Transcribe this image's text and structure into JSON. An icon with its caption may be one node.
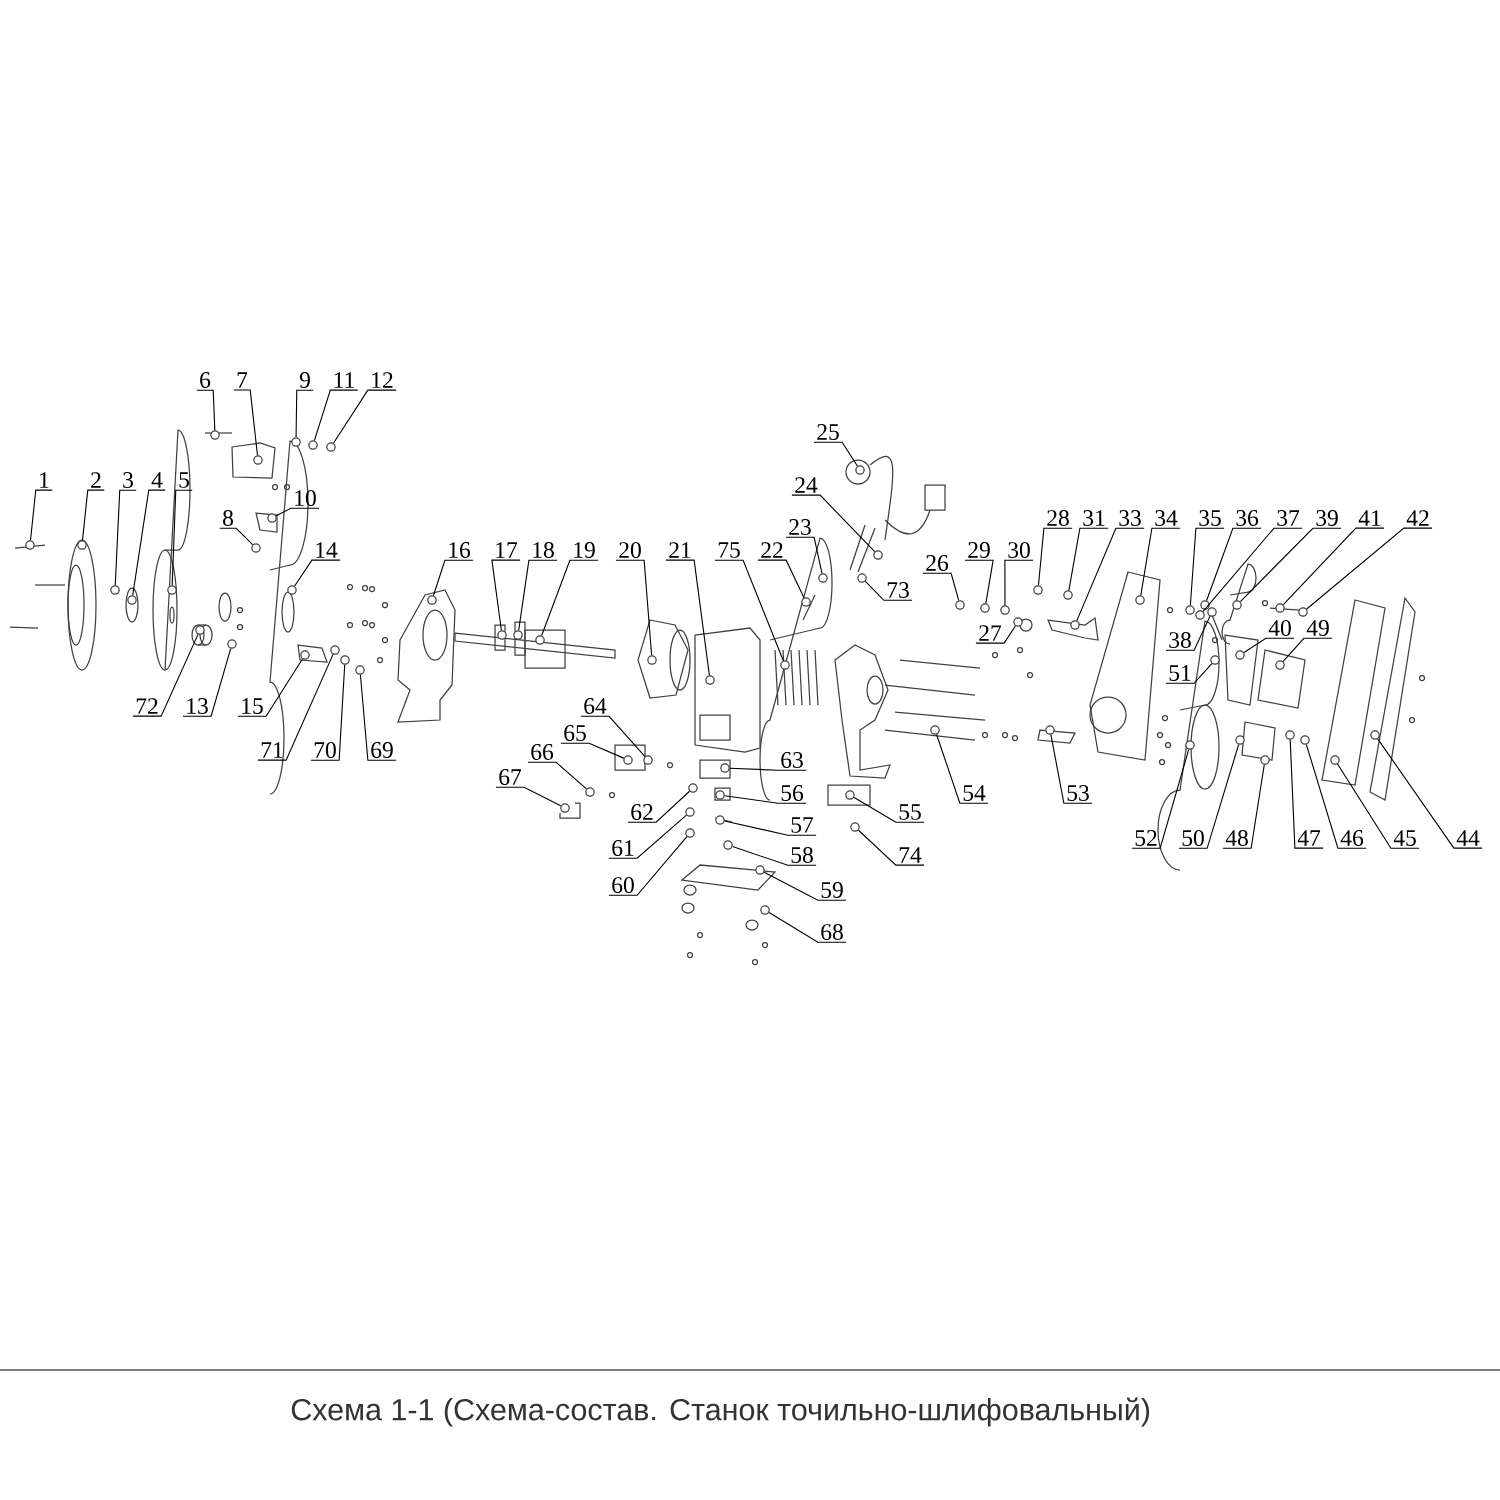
{
  "diagram": {
    "caption": "Схема 1-1 (Схема-состав. Станок точильно-шлифовальный)",
    "nodes": [
      {
        "text": [
          "1"
        ]
      },
      {
        "text": [
          "2"
        ]
      },
      {
        "text": [
          "3"
        ]
      },
      {
        "text": [
          "4"
        ]
      },
      {
        "text": [
          "5"
        ]
      },
      {
        "text": [
          "6"
        ]
      },
      {
        "text": [
          "7"
        ]
      },
      {
        "text": [
          "8"
        ]
      },
      {
        "text": [
          "9"
        ]
      },
      {
        "text": [
          "10"
        ]
      },
      {
        "text": [
          "11"
        ]
      },
      {
        "text": [
          "12"
        ]
      },
      {
        "text": [
          "13"
        ]
      },
      {
        "text": [
          "14"
        ]
      },
      {
        "text": [
          "15"
        ]
      },
      {
        "text": [
          "16"
        ]
      },
      {
        "text": [
          "17"
        ]
      },
      {
        "text": [
          "18"
        ]
      },
      {
        "text": [
          "19"
        ]
      },
      {
        "text": [
          "20"
        ]
      },
      {
        "text": [
          "21"
        ]
      },
      {
        "text": [
          "22"
        ]
      },
      {
        "text": [
          "23"
        ]
      },
      {
        "text": [
          "24"
        ]
      },
      {
        "text": [
          "25"
        ]
      },
      {
        "text": [
          "26"
        ]
      },
      {
        "text": [
          "27"
        ]
      },
      {
        "text": [
          "28"
        ]
      },
      {
        "text": [
          "29"
        ]
      },
      {
        "text": [
          "30"
        ]
      },
      {
        "text": [
          "31"
        ]
      },
      {
        "text": [
          "33"
        ]
      },
      {
        "text": [
          "34"
        ]
      },
      {
        "text": [
          "35"
        ]
      },
      {
        "text": [
          "36"
        ]
      },
      {
        "text": [
          "37"
        ]
      },
      {
        "text": [
          "38"
        ]
      },
      {
        "text": [
          "39"
        ]
      },
      {
        "text": [
          "40"
        ]
      },
      {
        "text": [
          "41"
        ]
      },
      {
        "text": [
          "42"
        ]
      },
      {
        "text": [
          "44"
        ]
      },
      {
        "text": [
          "45"
        ]
      },
      {
        "text": [
          "46"
        ]
      },
      {
        "text": [
          "47"
        ]
      },
      {
        "text": [
          "48"
        ]
      },
      {
        "text": [
          "49"
        ]
      },
      {
        "text": [
          "50"
        ]
      },
      {
        "text": [
          "51"
        ]
      },
      {
        "text": [
          "52"
        ]
      },
      {
        "text": [
          "53"
        ]
      },
      {
        "text": [
          "54"
        ]
      },
      {
        "text": [
          "55"
        ]
      },
      {
        "text": [
          "56"
        ]
      },
      {
        "text": [
          "57"
        ]
      },
      {
        "text": [
          "58"
        ]
      },
      {
        "text": [
          "59"
        ]
      },
      {
        "text": [
          "60"
        ]
      },
      {
        "text": [
          "61"
        ]
      },
      {
        "text": [
          "62"
        ]
      },
      {
        "text": [
          "63"
        ]
      },
      {
        "text": [
          "64"
        ]
      },
      {
        "text": [
          "65"
        ]
      },
      {
        "text": [
          "66"
        ]
      },
      {
        "text": [
          "67"
        ]
      },
      {
        "text": [
          "68"
        ]
      },
      {
        "text": [
          "69"
        ]
      },
      {
        "text": [
          "70"
        ]
      },
      {
        "text": [
          "71"
        ]
      },
      {
        "text": [
          "72"
        ]
      },
      {
        "text": [
          "73"
        ]
      },
      {
        "text": [
          "74"
        ]
      },
      {
        "text": [
          "75"
        ]
      },
      {
        "text": [],
        "shape": "circle"
      },
      {
        "text": [],
        "shape": "circle"
      },
      {
        "text": [],
        "shape": "circle"
      },
      {
        "text": [],
        "shape": "circle"
      },
      {
        "text": [],
        "shape": "circle"
      },
      {
        "text": [],
        "shape": "circle"
      },
      {
        "text": [],
        "shape": "circle"
      },
      {
        "text": [],
        "shape": "circle"
      },
      {
        "text": [],
        "shape": "circle"
      },
      {
        "text": [],
        "shape": "circle"
      },
      {
        "text": [],
        "shape": "circle"
      },
      {
        "text": [],
        "shape": "circle"
      },
      {
        "text": [],
        "shape": "circle"
      },
      {
        "text": [],
        "shape": "circle"
      },
      {
        "text": [],
        "shape": "circle"
      },
      {
        "text": [],
        "shape": "circle"
      },
      {
        "text": [],
        "shape": "circle"
      },
      {
        "text": [],
        "shape": "circle"
      },
      {
        "text": [],
        "shape": "circle"
      },
      {
        "text": [],
        "shape": "circle"
      },
      {
        "text": [],
        "shape": "circle"
      },
      {
        "text": [],
        "shape": "circle"
      },
      {
        "text": [],
        "shape": "circle"
      },
      {
        "text": [],
        "shape": "circle"
      },
      {
        "text": [],
        "shape": "circle"
      },
      {
        "text": [],
        "shape": "circle"
      },
      {
        "text": [],
        "shape": "circle"
      },
      {
        "text": [],
        "shape": "circle"
      },
      {
        "text": [],
        "shape": "circle"
      },
      {
        "text": [],
        "shape": "circle"
      },
      {
        "text": [],
        "shape": "circle"
      },
      {
        "text": [],
        "shape": "circle"
      },
      {
        "text": [],
        "shape": "circle"
      },
      {
        "text": [],
        "shape": "circle"
      },
      {
        "text": [],
        "shape": "circle"
      },
      {
        "text": [],
        "shape": "circle"
      },
      {
        "text": [],
        "shape": "circle"
      },
      {
        "text": [],
        "shape": "circle"
      },
      {
        "text": [],
        "shape": "circle"
      },
      {
        "text": [],
        "shape": "circle"
      },
      {
        "text": [],
        "shape": "circle"
      },
      {
        "text": [],
        "shape": "circle"
      },
      {
        "text": [],
        "shape": "circle"
      },
      {
        "text": [],
        "shape": "circle"
      },
      {
        "text": [],
        "shape": "circle"
      },
      {
        "text": [],
        "shape": "circle"
      },
      {
        "text": [],
        "shape": "circle"
      },
      {
        "text": [],
        "shape": "circle"
      },
      {
        "text": [],
        "shape": "circle"
      },
      {
        "text": [],
        "shape": "circle"
      },
      {
        "text": [],
        "shape": "circle"
      },
      {
        "text": [],
        "shape": "circle"
      },
      {
        "text": [],
        "shape": "circle"
      },
      {
        "text": [],
        "shape": "circle"
      },
      {
        "text": [],
        "shape": "circle"
      },
      {
        "text": [],
        "shape": "circle"
      },
      {
        "text": [],
        "shape": "circle"
      },
      {
        "text": [],
        "shape": "circle"
      },
      {
        "text": [],
        "shape": "circle"
      },
      {
        "text": [],
        "shape": "circle"
      },
      {
        "text": [],
        "shape": "circle"
      },
      {
        "text": [],
        "shape": "circle"
      },
      {
        "text": [],
        "shape": "circle"
      },
      {
        "text": [],
        "shape": "circle"
      },
      {
        "text": [],
        "shape": "circle"
      },
      {
        "text": [],
        "shape": "circle"
      },
      {
        "text": [],
        "shape": "circle"
      },
      {
        "text": [],
        "shape": "circle"
      },
      {
        "text": [],
        "shape": "circle"
      },
      {
        "text": [],
        "shape": "circle"
      },
      {
        "text": [],
        "shape": "circle"
      },
      {
        "text": [],
        "shape": "circle"
      },
      {
        "text": [],
        "shape": "circle"
      }
    ],
    "edges": [
      {
        "from": 0,
        "to": 73,
        "arrow": "none"
      },
      {
        "from": 1,
        "to": 74,
        "arrow": "none"
      },
      {
        "from": 2,
        "to": 75,
        "arrow": "none"
      },
      {
        "from": 3,
        "to": 76,
        "arrow": "none"
      },
      {
        "from": 4,
        "to": 77,
        "arrow": "none"
      },
      {
        "from": 5,
        "to": 78,
        "arrow": "none"
      },
      {
        "from": 6,
        "to": 79,
        "arrow": "none"
      },
      {
        "from": 7,
        "to": 80,
        "arrow": "none"
      },
      {
        "from": 8,
        "to": 81,
        "arrow": "none"
      },
      {
        "from": 9,
        "to": 82,
        "arrow": "none"
      },
      {
        "from": 10,
        "to": 83,
        "arrow": "none"
      },
      {
        "from": 11,
        "to": 84,
        "arrow": "none"
      },
      {
        "from": 12,
        "to": 85,
        "arrow": "none"
      },
      {
        "from": 13,
        "to": 86,
        "arrow": "none"
      },
      {
        "from": 14,
        "to": 87,
        "arrow": "none"
      },
      {
        "from": 15,
        "to": 88,
        "arrow": "none"
      },
      {
        "from": 16,
        "to": 89,
        "arrow": "none"
      },
      {
        "from": 17,
        "to": 90,
        "arrow": "none"
      },
      {
        "from": 18,
        "to": 91,
        "arrow": "none"
      },
      {
        "from": 19,
        "to": 92,
        "arrow": "none"
      },
      {
        "from": 20,
        "to": 93,
        "arrow": "none"
      },
      {
        "from": 21,
        "to": 94,
        "arrow": "none"
      },
      {
        "from": 22,
        "to": 95,
        "arrow": "none"
      },
      {
        "from": 23,
        "to": 96,
        "arrow": "none"
      },
      {
        "from": 24,
        "to": 97,
        "arrow": "none"
      },
      {
        "from": 25,
        "to": 98,
        "arrow": "none"
      },
      {
        "from": 26,
        "to": 99,
        "arrow": "none"
      },
      {
        "from": 27,
        "to": 100,
        "arrow": "none"
      },
      {
        "from": 28,
        "to": 101,
        "arrow": "none"
      },
      {
        "from": 29,
        "to": 102,
        "arrow": "none"
      },
      {
        "from": 30,
        "to": 103,
        "arrow": "none"
      },
      {
        "from": 31,
        "to": 104,
        "arrow": "none"
      },
      {
        "from": 32,
        "to": 105,
        "arrow": "none"
      },
      {
        "from": 33,
        "to": 106,
        "arrow": "none"
      },
      {
        "from": 34,
        "to": 107,
        "arrow": "none"
      },
      {
        "from": 35,
        "to": 108,
        "arrow": "none"
      },
      {
        "from": 36,
        "to": 109,
        "arrow": "none"
      },
      {
        "from": 37,
        "to": 110,
        "arrow": "none"
      },
      {
        "from": 38,
        "to": 111,
        "arrow": "none"
      },
      {
        "from": 39,
        "to": 112,
        "arrow": "none"
      },
      {
        "from": 40,
        "to": 113,
        "arrow": "none"
      },
      {
        "from": 41,
        "to": 114,
        "arrow": "none"
      },
      {
        "from": 42,
        "to": 115,
        "arrow": "none"
      },
      {
        "from": 43,
        "to": 116,
        "arrow": "none"
      },
      {
        "from": 44,
        "to": 117,
        "arrow": "none"
      },
      {
        "from": 45,
        "to": 118,
        "arrow": "none"
      },
      {
        "from": 46,
        "to": 119,
        "arrow": "none"
      },
      {
        "from": 47,
        "to": 120,
        "arrow": "none"
      },
      {
        "from": 48,
        "to": 121,
        "arrow": "none"
      },
      {
        "from": 49,
        "to": 122,
        "arrow": "none"
      },
      {
        "from": 50,
        "to": 123,
        "arrow": "none"
      },
      {
        "from": 51,
        "to": 124,
        "arrow": "none"
      },
      {
        "from": 52,
        "to": 125,
        "arrow": "none"
      },
      {
        "from": 53,
        "to": 126,
        "arrow": "none"
      },
      {
        "from": 54,
        "to": 127,
        "arrow": "none"
      },
      {
        "from": 55,
        "to": 128,
        "arrow": "none"
      },
      {
        "from": 56,
        "to": 129,
        "arrow": "none"
      },
      {
        "from": 57,
        "to": 130,
        "arrow": "none"
      },
      {
        "from": 58,
        "to": 131,
        "arrow": "none"
      },
      {
        "from": 59,
        "to": 132,
        "arrow": "none"
      },
      {
        "from": 60,
        "to": 133,
        "arrow": "none"
      },
      {
        "from": 61,
        "to": 134,
        "arrow": "none"
      },
      {
        "from": 62,
        "to": 135,
        "arrow": "none"
      },
      {
        "from": 63,
        "to": 136,
        "arrow": "none"
      },
      {
        "from": 64,
        "to": 137,
        "arrow": "none"
      },
      {
        "from": 65,
        "to": 138,
        "arrow": "none"
      },
      {
        "from": 66,
        "to": 139,
        "arrow": "none"
      },
      {
        "from": 67,
        "to": 140,
        "arrow": "none"
      },
      {
        "from": 68,
        "to": 141,
        "arrow": "none"
      },
      {
        "from": 69,
        "to": 142,
        "arrow": "none"
      },
      {
        "from": 70,
        "to": 143,
        "arrow": "none"
      },
      {
        "from": 71,
        "to": 144,
        "arrow": "none"
      },
      {
        "from": 72,
        "to": 145,
        "arrow": "none"
      }
    ]
  }
}
